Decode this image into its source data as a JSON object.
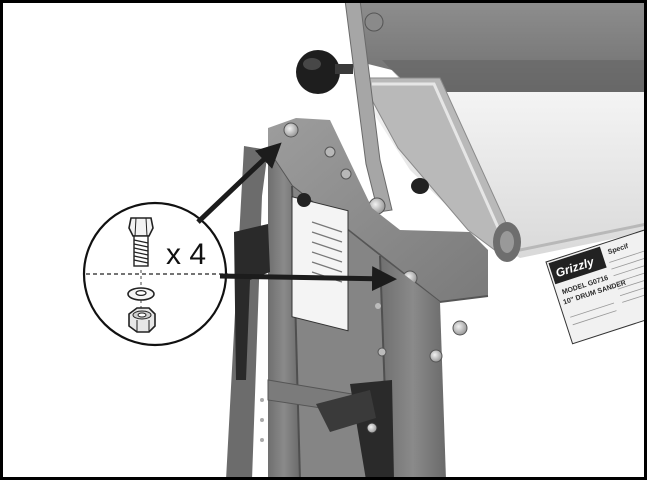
{
  "callout": {
    "quantity_text": "x 4"
  },
  "machine_label": {
    "brand": "Grizzly",
    "model_line": "MODEL G0716",
    "product_line": "10\" DRUM SANDER",
    "spec_header": "Specif"
  },
  "colors": {
    "frame": "#ffffff",
    "border": "#000000",
    "stand_paint": "#7d7d7d",
    "stand_dark": "#555555",
    "stand_light": "#9a9a9a",
    "belt": "#e9e9e9",
    "arrow": "#1c1c1c"
  },
  "icons": [
    "hex-bolt-icon",
    "flat-washer-icon",
    "hex-nut-icon",
    "arrow-icon"
  ]
}
